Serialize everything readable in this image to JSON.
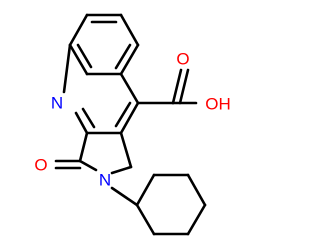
{
  "molecule": {
    "atoms": {
      "ring_nitrogen": "N",
      "lactam_nitrogen": "N",
      "lactam_oxygen": "O",
      "acid_hydroxyl": "OH",
      "acid_oxygen": "O"
    },
    "colors": {
      "bond": "#000000",
      "nitrogen": "#0000ff",
      "oxygen": "#ff0000",
      "background": "#ffffff"
    }
  }
}
